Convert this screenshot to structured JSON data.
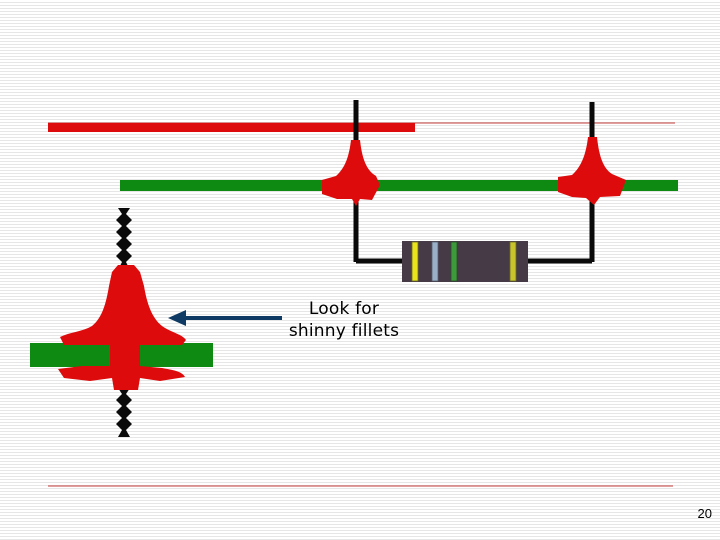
{
  "caption": {
    "line1": "Look for",
    "line2": "shinny fillets"
  },
  "page_number": "20",
  "colors": {
    "solder": "#dd0b0b",
    "trace": "#0e8a12",
    "lead": "#0a0a0a",
    "resistor_body": "#453a45",
    "band_yellow": "#e8e31a",
    "band_grey": "#9ab0c8",
    "band_green": "#3d9a3a",
    "band_gold": "#c9c42a",
    "arrow": "#0e3a63",
    "rule": "#c43b3b"
  },
  "icons": [
    "resistor",
    "solder-joint",
    "arrow-left"
  ]
}
